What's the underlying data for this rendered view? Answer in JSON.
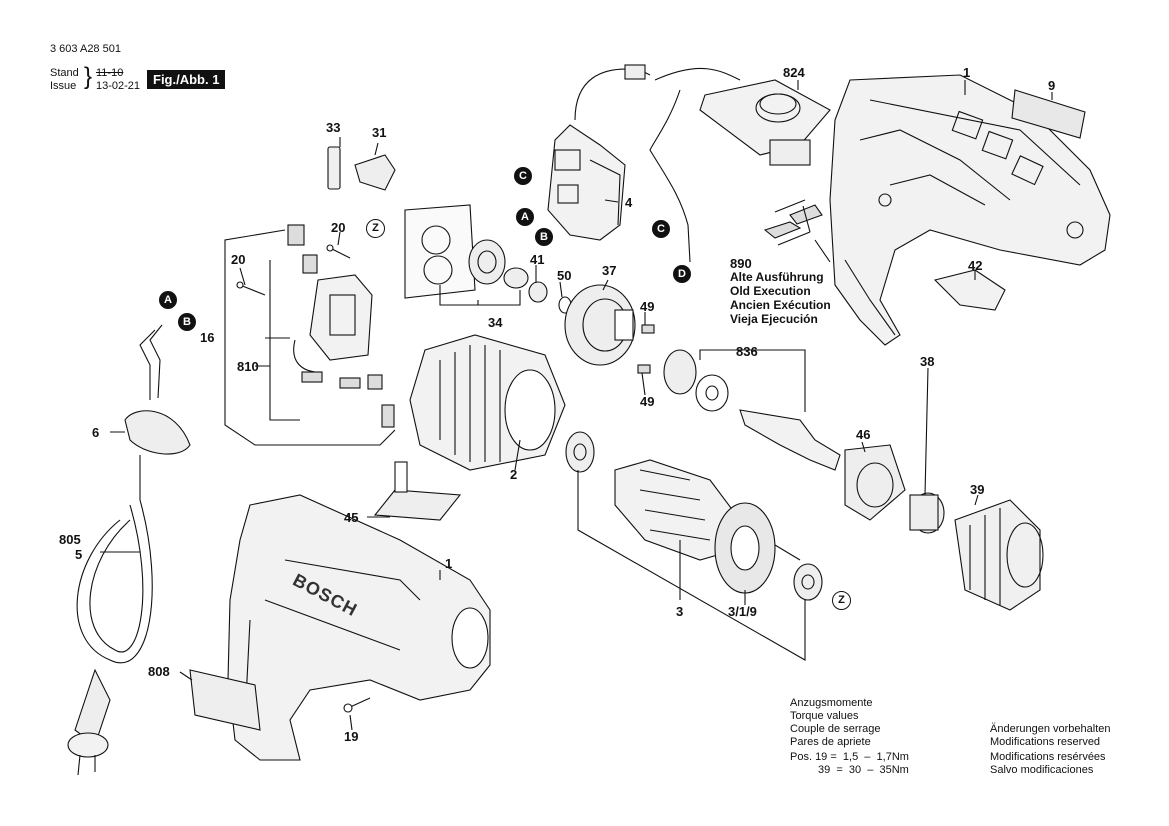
{
  "header": {
    "doc_number": "3 603 A28 501",
    "stand_label": "Stand",
    "issue_label": "Issue",
    "stand_date": "11-10",
    "issue_date": "13-02-21",
    "fig_label": "Fig./Abb. 1"
  },
  "parts": {
    "p1_top": "1",
    "p9": "9",
    "p824": "824",
    "p4": "4",
    "p890": "890",
    "p42": "42",
    "p33": "33",
    "p31": "31",
    "p20a": "20",
    "p20b": "20",
    "p16": "16",
    "p810": "810",
    "p34": "34",
    "p41": "41",
    "p50": "50",
    "p37": "37",
    "p49a": "49",
    "p49b": "49",
    "p836": "836",
    "p46": "46",
    "p38": "38",
    "p39": "39",
    "p2": "2",
    "p6": "6",
    "p805": "805",
    "p5": "5",
    "p45": "45",
    "p1_bottom": "1",
    "p3": "3",
    "p3_1_9": "3/1/9",
    "p808": "808",
    "p19": "19"
  },
  "markers": {
    "A1": "A",
    "B1": "B",
    "C1": "C",
    "C2": "C",
    "D1": "D",
    "A2": "A",
    "B2": "B",
    "Z1": "Z",
    "Z2": "Z"
  },
  "execution_note": {
    "de": "Alte Ausführung",
    "en": "Old Execution",
    "fr": "Ancien Exécution",
    "es": "Vieja Ejecución"
  },
  "torque": {
    "line1": "Anzugsmomente",
    "line2": "Torque values",
    "line3": "Couple de serrage",
    "line4": "Pares de apriete",
    "line5": "Pos. 19 =  1,5  –  1,7Nm",
    "line6": "39  =  30  –  35Nm"
  },
  "modifications": {
    "de": "Änderungen vorbehalten",
    "en": "Modifications reserved",
    "fr": "Modifications resérvées",
    "es": "Salvo modificaciones"
  },
  "brand": "BOSCH"
}
